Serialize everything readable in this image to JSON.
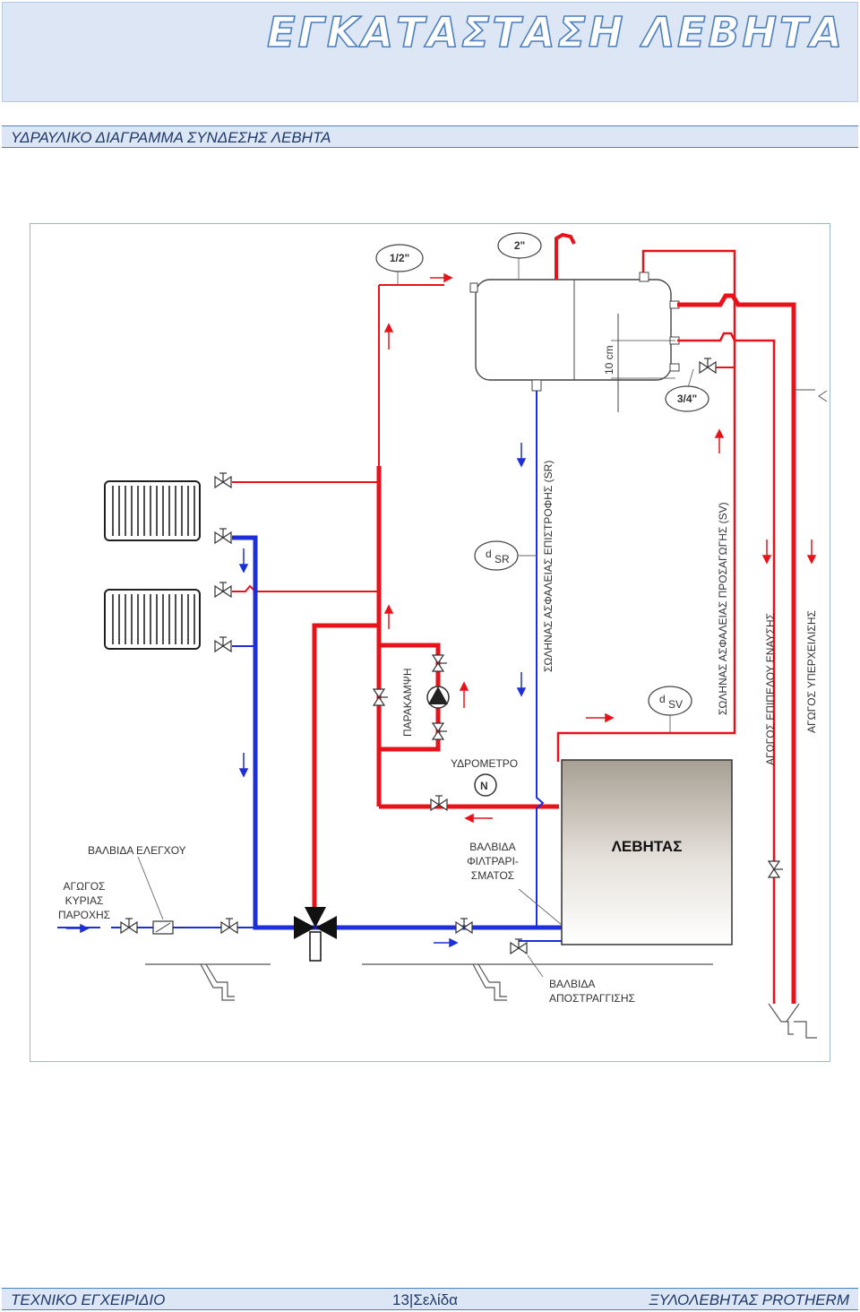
{
  "header": {
    "title": "ΕΓΚΑΤΑΣΤΑΣΗ ΛΕΒΗΤΑ"
  },
  "section": {
    "subtitle": "ΥΔΡΑΥΛΙΚΟ ΔΙΑΓΡΑΜΜΑ ΣΥΝΔΕΣΗΣ ΛΕΒΗΤΑ"
  },
  "diagram": {
    "size_half": "1/2\"",
    "size_two": "2\"",
    "size_three_quarter": "3/4\"",
    "dim_10cm": "10 cm",
    "d_sr": "d",
    "d_sr_sub": "SR",
    "d_sv": "d",
    "d_sv_sub": "SV",
    "safety_return": "ΣΩΛΗΝΑΣ ΑΣΦΑΛΕΙΑΣ ΕΠΙΣΤΡΟΦΗΣ (SR)",
    "safety_supply": "ΣΩΛΗΝΑΣ ΑΣΦΑΛΕΙΑΣ ΠΡΟΣΑΓΩΓΗΣ (SV)",
    "level_pipe": "ΑΓΩΓΟΣ ΕΠΙΠΕΔΟΥ ΕΝΑΥΣΗΣ",
    "overflow_pipe": "ΑΓΩΓΟΣ ΥΠΕΡΧΕΙΛΙΣΗΣ",
    "bypass": "ΠΑΡΑΚΑΜΨΗ",
    "water_meter": "ΥΔΡΟΜΕΤΡΟ",
    "boiler": "ΛΕΒΗΤΑΣ",
    "check_valve": "ΒΑΛΒΙΔΑ ΕΛΕΓΧΟΥ",
    "main_supply": [
      "ΑΓΩΓΟΣ",
      "ΚΥΡΙΑΣ",
      "ΠΑΡΟΧΗΣ"
    ],
    "filter_valve": [
      "ΒΑΛΒΙΔΑ",
      "ΦΙΛΤΡΑΡΙ-",
      "ΣΜΑΤΟΣ"
    ],
    "drain_valve": [
      "ΒΑΛΒΙΔΑ",
      "ΑΠΟΣΤΡΑΓΓΙΣΗΣ"
    ],
    "colors": {
      "hot": "#e8121a",
      "cold": "#1c2fd8"
    }
  },
  "footer": {
    "left": "ΤΕΧΝΙΚΟ ΕΓΧΕΙΡΙΔΙΟ",
    "page": "13|Σελίδα",
    "right": "ΞΥΛΟΛΕΒΗΤΑΣ PROTHERM"
  }
}
